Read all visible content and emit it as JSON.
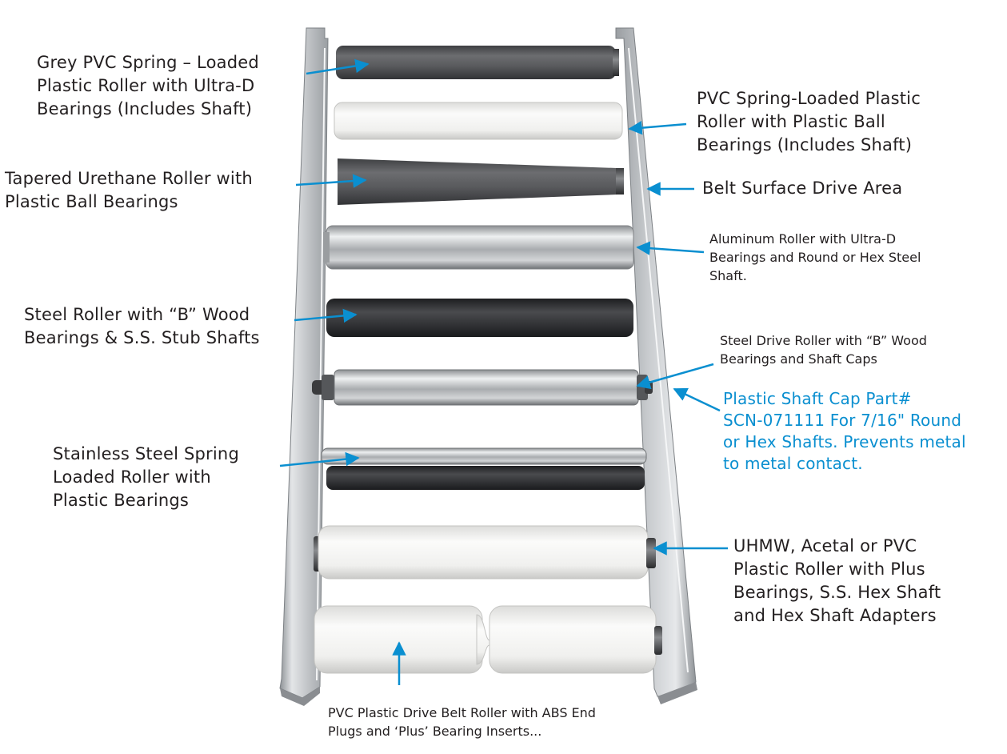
{
  "diagram": {
    "labels": {
      "grey_pvc": "Grey PVC Spring – Loaded\nPlastic Roller with Ultra-D\nBearings (Includes Shaft)",
      "pvc_spring": "PVC Spring-Loaded Plastic\nRoller with Plastic Ball\nBearings (Includes Shaft)",
      "tapered": "Tapered Urethane Roller with\nPlastic Ball Bearings",
      "belt_surface": "Belt Surface Drive Area",
      "aluminum": "Aluminum Roller with Ultra-D\nBearings and Round or Hex Steel\nShaft.",
      "steel_wood": "Steel Roller with “B” Wood\nBearings & S.S. Stub Shafts",
      "steel_drive": "Steel Drive Roller with “B” Wood\nBearings and Shaft Caps",
      "shaft_cap": "Plastic Shaft Cap Part#\nSCN-071111 For 7/16\" Round\nor Hex Shafts. Prevents metal\nto metal contact.",
      "stainless": "Stainless Steel Spring\nLoaded Roller with\nPlastic Bearings",
      "uhmw": "UHMW, Acetal or PVC\nPlastic Roller with Plus\nBearings, S.S. Hex Shaft\nand Hex Shaft Adapters",
      "pvc_drive_belt": "PVC Plastic Drive Belt Roller with ABS End\nPlugs and ‘Plus’ Bearing Inserts..."
    },
    "colors": {
      "arrow": "#0a8fd0",
      "text": "#231f20",
      "highlight_text": "#0a8fd0",
      "frame": "#c4c7ca",
      "grey_roller": "#5a5b5e",
      "dark_roller": "#2f3033",
      "white_roller": "#f2f2f0",
      "steel_roller": "#b9bcbf"
    }
  }
}
